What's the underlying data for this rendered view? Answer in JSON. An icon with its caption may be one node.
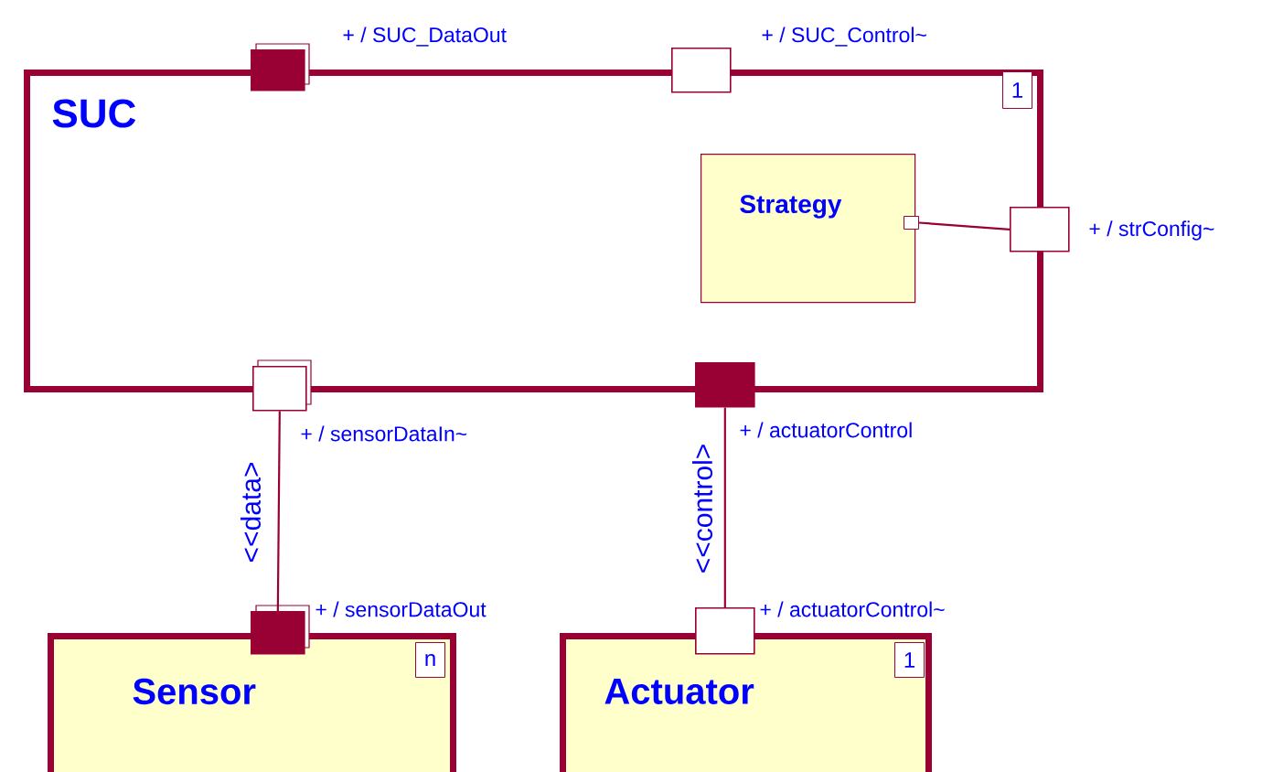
{
  "diagram": {
    "nodes": [
      {
        "text": [
          "SUC"
        ]
      },
      {
        "text": [
          "1"
        ],
        "in": 0
      },
      {
        "text": [
          "Strategy"
        ],
        "in": 0
      },
      {
        "text": [],
        "shape": "box",
        "in": 2
      },
      {
        "text": [],
        "shape": "box",
        "beside": [
          "+ / SUC_DataOut"
        ]
      },
      {
        "text": [],
        "shape": "box",
        "beside": [
          "+ / SUC_Control~"
        ]
      },
      {
        "text": [],
        "shape": "box",
        "beside": [
          "+ / strConfig~"
        ]
      },
      {
        "text": [],
        "shape": "box",
        "beside": [
          "+ / sensorDataIn~"
        ]
      },
      {
        "text": [],
        "shape": "box",
        "beside": [
          "+ / actuatorControl"
        ]
      },
      {
        "text": [
          "Sensor"
        ]
      },
      {
        "text": [
          "n"
        ],
        "in": 9
      },
      {
        "text": [],
        "shape": "box",
        "beside": [
          "+ / sensorDataOut"
        ]
      },
      {
        "text": [
          "Actuator"
        ]
      },
      {
        "text": [
          "1"
        ],
        "in": 12
      },
      {
        "text": [],
        "shape": "box",
        "beside": [
          "+ / actuatorControl~"
        ]
      }
    ],
    "edges": [
      {
        "from": 3,
        "to": 6,
        "arrow": "none"
      },
      {
        "from": 7,
        "to": 11,
        "arrow": "none",
        "label": "<<data>"
      },
      {
        "from": 8,
        "to": 14,
        "arrow": "none",
        "label": "<<control>"
      }
    ]
  }
}
